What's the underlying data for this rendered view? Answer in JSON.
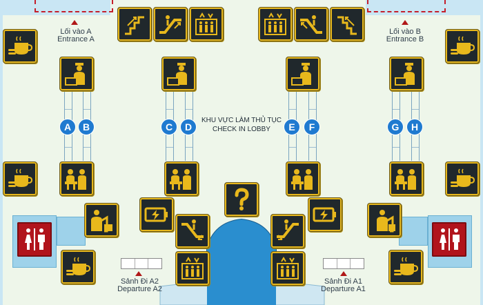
{
  "labels": {
    "entrance_a_vi": "Lối vào A",
    "entrance_a_en": "Entrance A",
    "entrance_b_vi": "Lối vào B",
    "entrance_b_en": "Entrance B",
    "lobby_vi": "KHU VỰC LÀM THỦ TỤC",
    "lobby_en": "CHECK IN LOBBY",
    "departure_a2_vi": "Sảnh Đi A2",
    "departure_a2_en": "Departure A2",
    "departure_a1_vi": "Sảnh Đi A1",
    "departure_a1_en": "Departure A1"
  },
  "counters": [
    "A",
    "B",
    "C",
    "D",
    "E",
    "F",
    "G",
    "H"
  ],
  "colors": {
    "floor": "#eef6ea",
    "tile_bg": "#20282c",
    "tile_icon": "#e8b81c",
    "counter_badge": "#1f7ad0",
    "restroom": "#b1141c",
    "central_pool": "#2a8ecf"
  },
  "icons": {
    "stairs": "stairs-icon",
    "escalator": "escalator-icon",
    "elevator": "elevator-icon",
    "cafe": "coffee-icon",
    "checkin": "checkin-counter-icon",
    "service": "service-desk-icon",
    "info": "question-icon",
    "charging": "battery-charging-icon",
    "restroom": "restroom-icon"
  }
}
